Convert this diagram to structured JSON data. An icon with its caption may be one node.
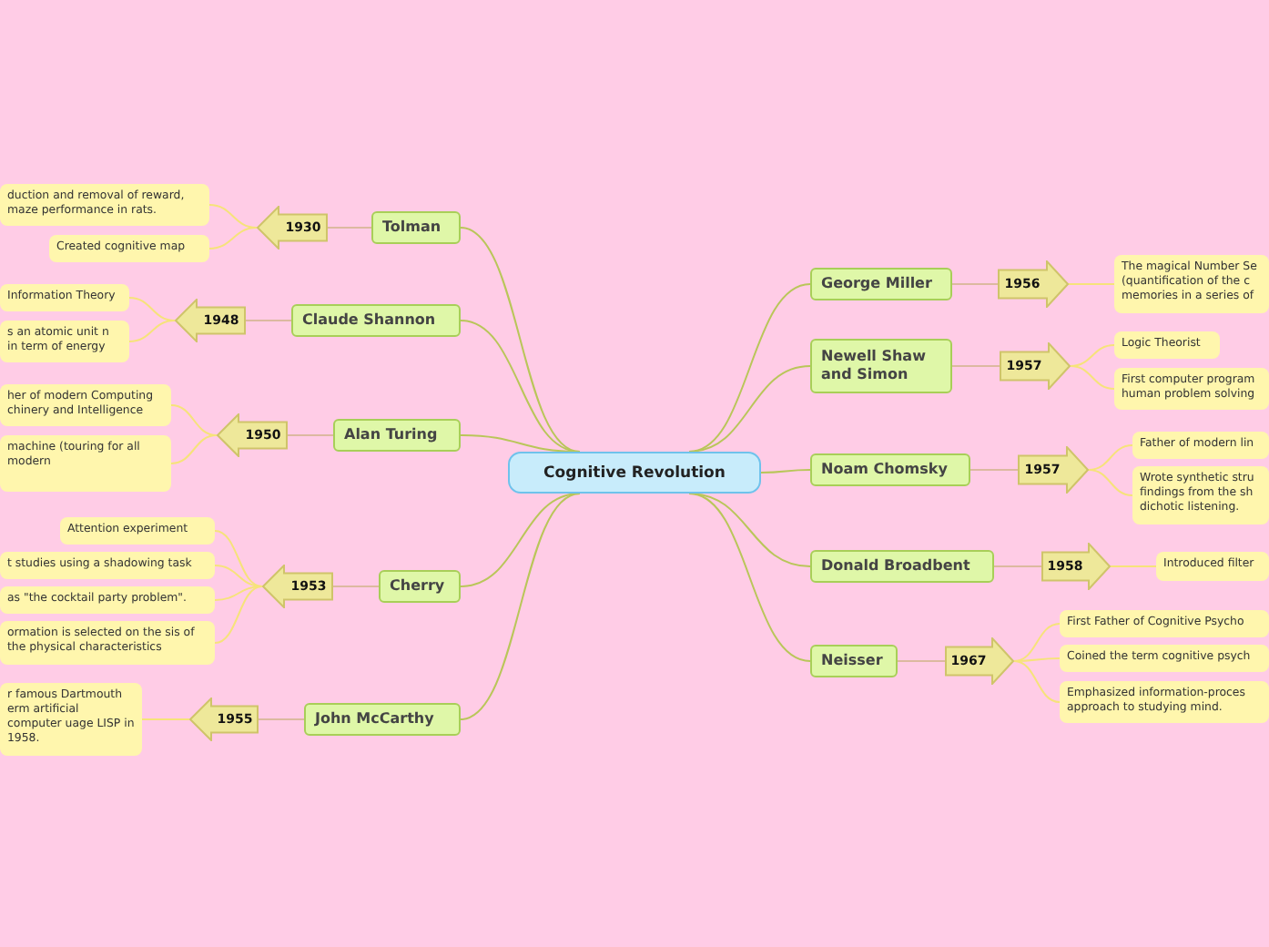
{
  "diagram": {
    "nodes": [
      {
        "text": [
          "Cognitive Revolution"
        ]
      },
      {
        "text": [
          "Tolman"
        ]
      },
      {
        "text": [
          "1930"
        ]
      },
      {
        "text": [
          "duction and removal of reward, maze performance in rats."
        ]
      },
      {
        "text": [
          "Created cognitive map"
        ]
      },
      {
        "text": [
          "Claude Shannon"
        ]
      },
      {
        "text": [
          "1948"
        ]
      },
      {
        "text": [
          "Information Theory"
        ]
      },
      {
        "text": [
          "s an atomic unit n in term of energy"
        ]
      },
      {
        "text": [
          "Alan Turing"
        ]
      },
      {
        "text": [
          "1950"
        ]
      },
      {
        "text": [
          "her of modern Computing chinery and Intelligence"
        ]
      },
      {
        "text": [
          "machine (touring for all modern"
        ]
      },
      {
        "text": [
          "Cherry"
        ]
      },
      {
        "text": [
          "1953"
        ]
      },
      {
        "text": [
          "Attention experiment"
        ]
      },
      {
        "text": [
          "t studies using a shadowing task"
        ]
      },
      {
        "text": [
          "as \"the cocktail party problem\"."
        ]
      },
      {
        "text": [
          "ormation is selected on the sis of the physical characteristics"
        ]
      },
      {
        "text": [
          "John McCarthy"
        ]
      },
      {
        "text": [
          "1955"
        ]
      },
      {
        "text": [
          "r famous Dartmouth erm artificial computer uage LISP in 1958."
        ]
      },
      {
        "text": [
          "George Miller"
        ]
      },
      {
        "text": [
          "1956"
        ]
      },
      {
        "text": [
          "The magical Number Se (quantification of the c memories in a series of"
        ]
      },
      {
        "text": [
          "Newell Shaw and Simon"
        ]
      },
      {
        "text": [
          "1957"
        ]
      },
      {
        "text": [
          "Logic Theorist"
        ]
      },
      {
        "text": [
          "First computer program human problem solving"
        ]
      },
      {
        "text": [
          "Noam Chomsky"
        ]
      },
      {
        "text": [
          "1957"
        ]
      },
      {
        "text": [
          "Father of modern lin"
        ]
      },
      {
        "text": [
          "Wrote synthetic stru findings from the sh dichotic listening."
        ]
      },
      {
        "text": [
          "Donald Broadbent"
        ]
      },
      {
        "text": [
          "1958"
        ]
      },
      {
        "text": [
          "Introduced filter"
        ]
      },
      {
        "text": [
          "Neisser"
        ]
      },
      {
        "text": [
          "1967"
        ]
      },
      {
        "text": [
          "First Father of Cognitive Psycho"
        ]
      },
      {
        "text": [
          "Coined the term cognitive psych"
        ]
      },
      {
        "text": [
          "Emphasized information-proces approach to studying mind."
        ]
      }
    ],
    "edges": [
      {
        "from": 0,
        "to": 1,
        "arrow": "none",
        "color": "#b9c659"
      },
      {
        "from": 0,
        "to": 5,
        "arrow": "none",
        "color": "#b9c659"
      },
      {
        "from": 0,
        "to": 9,
        "arrow": "none",
        "color": "#b9c659"
      },
      {
        "from": 0,
        "to": 13,
        "arrow": "none",
        "color": "#b9c659"
      },
      {
        "from": 0,
        "to": 19,
        "arrow": "none",
        "color": "#b9c659"
      },
      {
        "from": 0,
        "to": 22,
        "arrow": "none",
        "color": "#b9c659"
      },
      {
        "from": 0,
        "to": 25,
        "arrow": "none",
        "color": "#b9c659"
      },
      {
        "from": 0,
        "to": 29,
        "arrow": "none",
        "color": "#b9c659"
      },
      {
        "from": 0,
        "to": 33,
        "arrow": "none",
        "color": "#b9c659"
      },
      {
        "from": 0,
        "to": 36,
        "arrow": "none",
        "color": "#b9c659"
      },
      {
        "from": 1,
        "to": 2,
        "arrow": "none",
        "color": "#dcb9a0"
      },
      {
        "from": 5,
        "to": 6,
        "arrow": "none",
        "color": "#dcb9a0"
      },
      {
        "from": 9,
        "to": 10,
        "arrow": "none",
        "color": "#dcb9a0"
      },
      {
        "from": 13,
        "to": 14,
        "arrow": "none",
        "color": "#dcb9a0"
      },
      {
        "from": 19,
        "to": 20,
        "arrow": "none",
        "color": "#dcb9a0"
      },
      {
        "from": 22,
        "to": 23,
        "arrow": "none",
        "color": "#dcb9a0"
      },
      {
        "from": 25,
        "to": 26,
        "arrow": "none",
        "color": "#dcb9a0"
      },
      {
        "from": 29,
        "to": 30,
        "arrow": "none",
        "color": "#dcb9a0"
      },
      {
        "from": 33,
        "to": 34,
        "arrow": "none",
        "color": "#dcb9a0"
      },
      {
        "from": 36,
        "to": 37,
        "arrow": "none",
        "color": "#dcb9a0"
      },
      {
        "from": 2,
        "to": 3,
        "arrow": "none"
      },
      {
        "from": 2,
        "to": 4,
        "arrow": "none"
      },
      {
        "from": 6,
        "to": 7,
        "arrow": "none"
      },
      {
        "from": 6,
        "to": 8,
        "arrow": "none"
      },
      {
        "from": 10,
        "to": 11,
        "arrow": "none"
      },
      {
        "from": 10,
        "to": 12,
        "arrow": "none"
      },
      {
        "from": 14,
        "to": 15,
        "arrow": "none"
      },
      {
        "from": 14,
        "to": 16,
        "arrow": "none"
      },
      {
        "from": 14,
        "to": 17,
        "arrow": "none"
      },
      {
        "from": 14,
        "to": 18,
        "arrow": "none"
      },
      {
        "from": 20,
        "to": 21,
        "arrow": "none"
      },
      {
        "from": 23,
        "to": 24,
        "arrow": "none"
      },
      {
        "from": 26,
        "to": 27,
        "arrow": "none"
      },
      {
        "from": 26,
        "to": 28,
        "arrow": "none"
      },
      {
        "from": 30,
        "to": 31,
        "arrow": "none"
      },
      {
        "from": 30,
        "to": 32,
        "arrow": "none"
      },
      {
        "from": 34,
        "to": 35,
        "arrow": "none"
      },
      {
        "from": 37,
        "to": 38,
        "arrow": "none"
      },
      {
        "from": 37,
        "to": 39,
        "arrow": "none"
      },
      {
        "from": 37,
        "to": 40,
        "arrow": "none"
      }
    ]
  }
}
